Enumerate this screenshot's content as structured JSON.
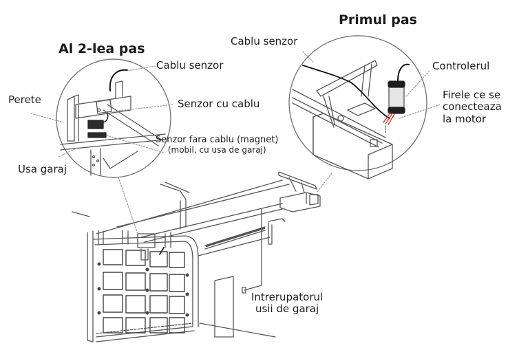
{
  "titles": {
    "step1": "Primul pas",
    "step2": "Al 2-lea pas"
  },
  "labels": {
    "cablu_senzor_left": "Cablu senzor",
    "perete": "Perete",
    "senzor_cu_cablu": "Senzor cu cablu",
    "senzor_fara_cablu_line1": "Senzor fara cablu (magnet)",
    "senzor_fara_cablu_line2": "(mobil, cu usa de garaj)",
    "usa_garaj": "Usa garaj",
    "cablu_senzor_right": "Cablu senzor",
    "controlerul": "Controlerul",
    "firele_line1": "Firele ce se",
    "firele_line2": "conecteaza",
    "firele_line3": "la motor",
    "intrerupator_line1": "Intrerupatorul",
    "intrerupator_line2": "usii de garaj"
  },
  "colors": {
    "line": "#555555",
    "dark": "#1c1c1c",
    "leader": "#9a9a9a",
    "wire_red": "#d23a3a"
  }
}
